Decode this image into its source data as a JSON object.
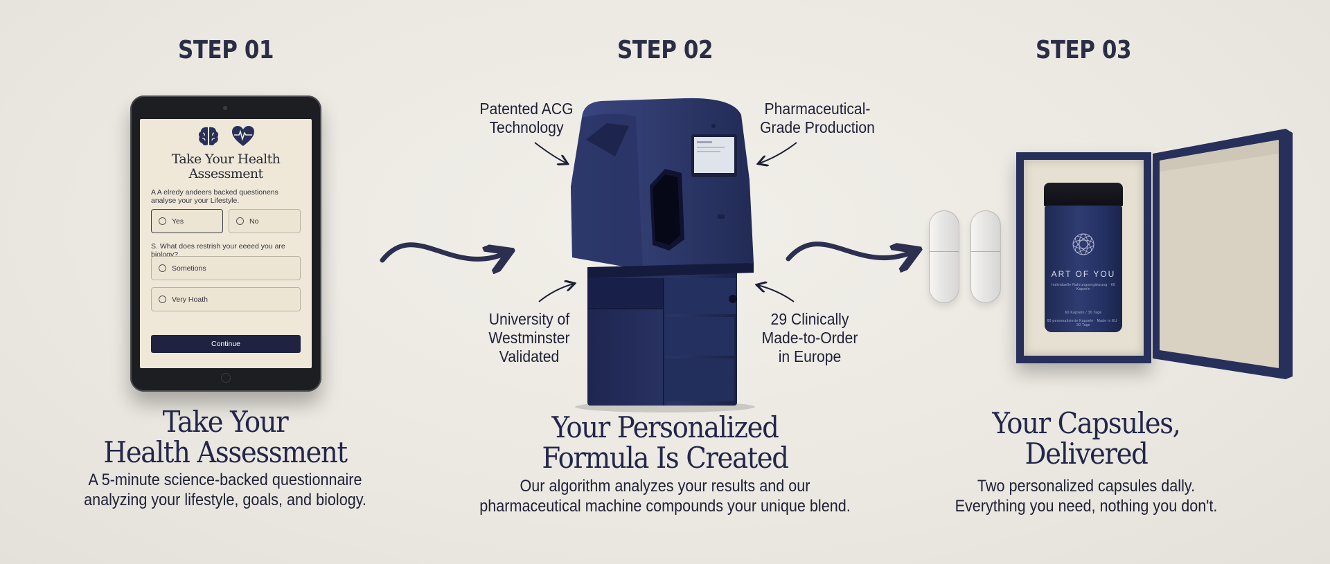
{
  "steps": [
    {
      "label": "STEP 01",
      "headline_line1": "Take Your",
      "headline_line2": "Health Assessment",
      "desc_line1": "A 5-minute science-backed questionnaire",
      "desc_line2": "analyzing your lifestyle, goals, and biology."
    },
    {
      "label": "STEP 02",
      "headline_line1": "Your Personalized",
      "headline_line2": "Formula Is Created",
      "desc_line1": "Our algorithm analyzes your results and our",
      "desc_line2": "pharmaceutical machine compounds your unique blend."
    },
    {
      "label": "STEP 03",
      "headline_line1": "Your Capsules,",
      "headline_line2": "Delivered",
      "desc_line1": "Two personalized capsules dally.",
      "desc_line2": "Everything you need, nothing you don't."
    }
  ],
  "tablet": {
    "title_line1": "Take Your Health",
    "title_line2": "Assessment",
    "question1": "A  A elredy andeers backed questionens analyse your your Lifestyle.",
    "q1_options": [
      "Yes",
      "No"
    ],
    "question2": "S. What does restrish your eeeed you are biology?",
    "q2_options": [
      "Sometions",
      "Very Hoath"
    ],
    "continue_label": "Continue",
    "icons": [
      "brain-icon",
      "heart-pulse-icon"
    ]
  },
  "callouts": {
    "top_left_line1": "Patented ACG",
    "top_left_line2": "Technology",
    "top_right_line1": "Pharmaceutical-",
    "top_right_line2": "Grade Production",
    "bottom_left_line1": "University of",
    "bottom_left_line2": "Westminster",
    "bottom_left_line3": "Validated",
    "bottom_right_line1": "29 Clinically",
    "bottom_right_line2": "Made-to-Order",
    "bottom_right_line3": "in Europe"
  },
  "jar": {
    "brand": "ART OF YOU",
    "fine_print_1": "Individuelle Nahrungsergänzung · 60 Kapseln",
    "fine_print_2": "60 Kapseln / 30 Tage",
    "fine_print_3": "60 personalisierte Kapseln · Made in EU · 30 Tage"
  },
  "colors": {
    "background": "#ebe8e1",
    "navy": "#23264a",
    "machine_navy": "#2b3563",
    "box_navy": "#27305a",
    "arrow": "#2c2f4f"
  }
}
